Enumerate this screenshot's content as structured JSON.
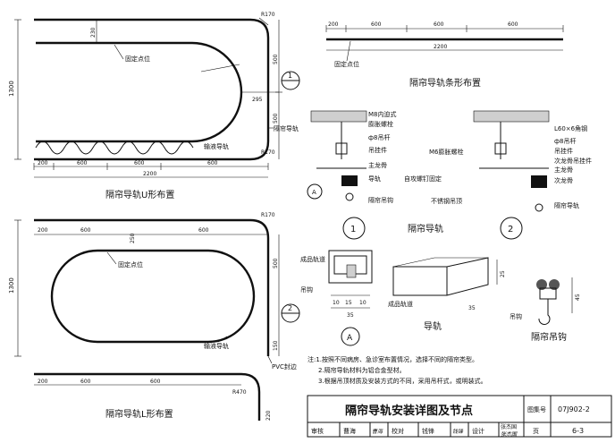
{
  "u_plan": {
    "title": "隔帘导轨U形布置",
    "dim_top_left": "230",
    "dim_r": "R170",
    "fixed_point": "固定点位",
    "dim_500_a": "500",
    "dim_295": "295",
    "dim_500_b": "500",
    "dim_r_bottom": "R170",
    "dim_1300": "1300",
    "bottom_dims": [
      "200",
      "600",
      "600",
      "600"
    ],
    "total": "2200",
    "rail_label": "隔帘导轨",
    "slide_label": "输液导轨",
    "callout": "1"
  },
  "straight_plan": {
    "title": "隔帘导轨条形布置",
    "dims": [
      "200",
      "600",
      "600",
      "600"
    ],
    "total": "2200",
    "fixed_point": "固定点位"
  },
  "l_plan": {
    "title": "隔帘导轨L形布置",
    "dims_top": [
      "200",
      "600",
      "250",
      "600"
    ],
    "dim_r": "R170",
    "fixed_point": "固定点位",
    "dim_500": "500",
    "dim_1300": "1300",
    "dim_150": "150",
    "slide_label": "输液导轨",
    "pvc_label": "PVC封边",
    "callout": "2",
    "bottom_dims": [
      "200",
      "600",
      "600"
    ],
    "dim_r2": "R470",
    "dim_220": "220"
  },
  "detail1": {
    "labels": [
      "M8内迫式",
      "膨胀螺栓",
      "ф8吊杆",
      "吊挂件",
      "主龙骨",
      "导轨",
      "自攻螺钉固定",
      "隔帘吊钩"
    ],
    "callout_a": "A",
    "callout": "1"
  },
  "detail2": {
    "labels": [
      "M6膨胀螺栓",
      "不锈钢吊顶",
      "L60×6角钢",
      "ф8吊杆",
      "吊挂件",
      "次龙骨吊挂件",
      "主龙骨",
      "次龙骨",
      "隔帘导轨"
    ],
    "callout": "2",
    "subtitle": "隔帘导轨"
  },
  "section_a": {
    "labels": [
      "成品轨道",
      "吊钩"
    ],
    "dims": [
      "10",
      "15",
      "10"
    ],
    "width": "35",
    "callout": "A"
  },
  "rail": {
    "title": "导轨",
    "label": "成品轨道",
    "dim_25": "25",
    "dim_35": "35"
  },
  "hook": {
    "title": "隔帘吊钩",
    "label": "吊钩",
    "dim_45": "45"
  },
  "notes": [
    "注:1.按照不同病房、急诊室布置情况，选择不同的隔帘类型。",
    "2.隔帘导轨材料为铝合金型材。",
    "3.根据吊顶材质及安装方式的不同，采用吊杆式，或明装式。"
  ],
  "title_block": {
    "main_title": "隔帘导轨安装详图及节点",
    "atlas_label": "图集号",
    "atlas_no": "07J902-2",
    "page_label": "页",
    "page_no": "6-3",
    "row": [
      "审核",
      "曹海",
      "曹海",
      "校对",
      "钱锋",
      "钱锋",
      "设计",
      "张杰国",
      "张杰国"
    ]
  }
}
